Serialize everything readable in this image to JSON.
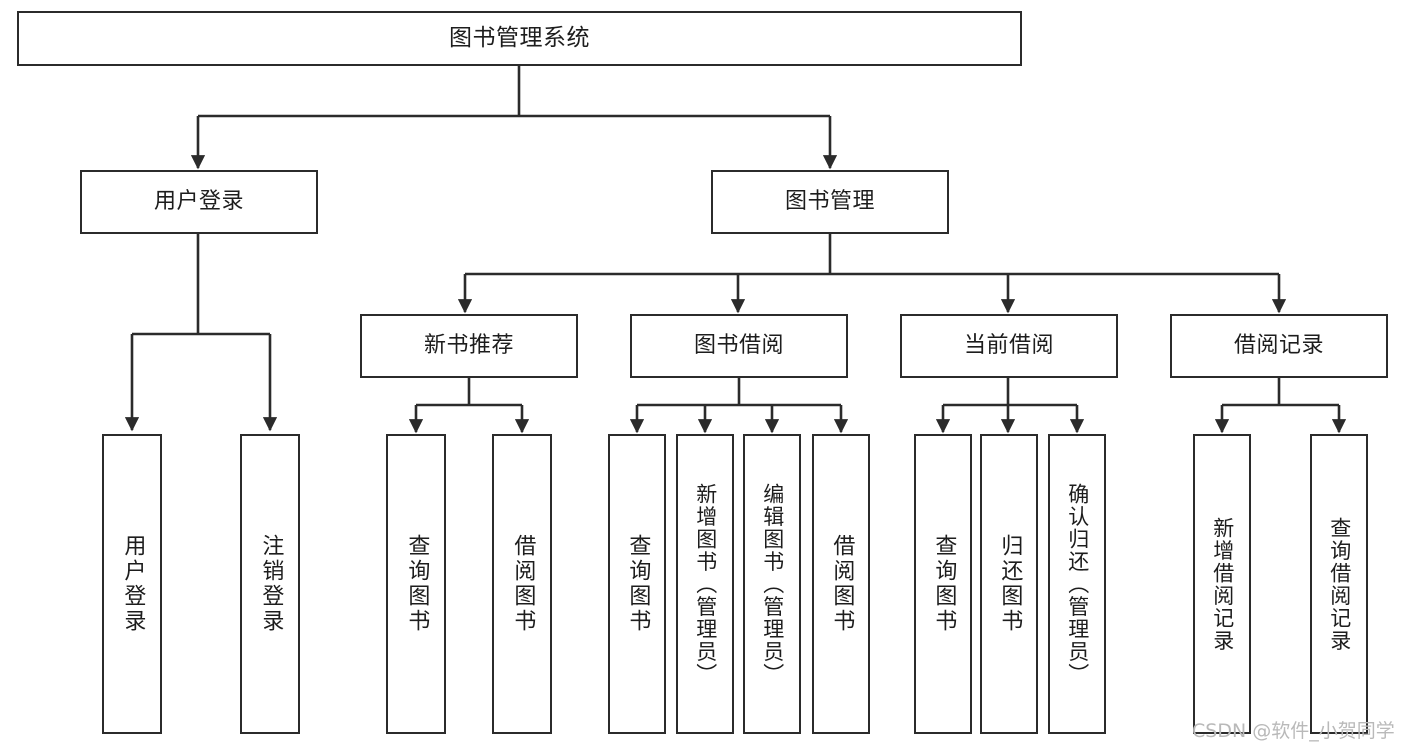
{
  "diagram": {
    "title": "图书管理系统",
    "type": "tree-hierarchy",
    "colors": {
      "box_border": "#2b2b2b",
      "box_fill": "#ffffff",
      "edge": "#2b2b2b",
      "text": "#1d1d1d",
      "watermark": "#b9b9b9",
      "background": "#ffffff"
    },
    "levels": {
      "root": "图书管理系统",
      "level2": [
        "用户登录",
        "图书管理"
      ],
      "level3": [
        "新书推荐",
        "图书借阅",
        "当前借阅",
        "借阅记录"
      ]
    },
    "nodes": {
      "root": {
        "label": "图书管理系统"
      },
      "user_login": {
        "label": "用户登录"
      },
      "book_manage": {
        "label": "图书管理"
      },
      "new_book_rec": {
        "label": "新书推荐"
      },
      "book_borrow": {
        "label": "图书借阅"
      },
      "current_borrow": {
        "label": "当前借阅"
      },
      "borrow_record": {
        "label": "借阅记录"
      },
      "leaf_user_login": {
        "label": "用户登录"
      },
      "leaf_logout": {
        "label": "注销登录"
      },
      "leaf_query_book_1": {
        "label": "查询图书"
      },
      "leaf_borrow_book_1": {
        "label": "借阅图书"
      },
      "leaf_query_book_2": {
        "label": "查询图书"
      },
      "leaf_add_book": {
        "label": "新增图书（管理员）"
      },
      "leaf_edit_book": {
        "label": "编辑图书（管理员）"
      },
      "leaf_borrow_book_2": {
        "label": "借阅图书"
      },
      "leaf_query_book_3": {
        "label": "查询图书"
      },
      "leaf_return_book": {
        "label": "归还图书"
      },
      "leaf_confirm_return": {
        "label": "确认归还（管理员）"
      },
      "leaf_add_record": {
        "label": "新增借阅记录"
      },
      "leaf_query_record": {
        "label": "查询借阅记录"
      }
    },
    "watermark": "CSDN @软件_小贺同学"
  }
}
